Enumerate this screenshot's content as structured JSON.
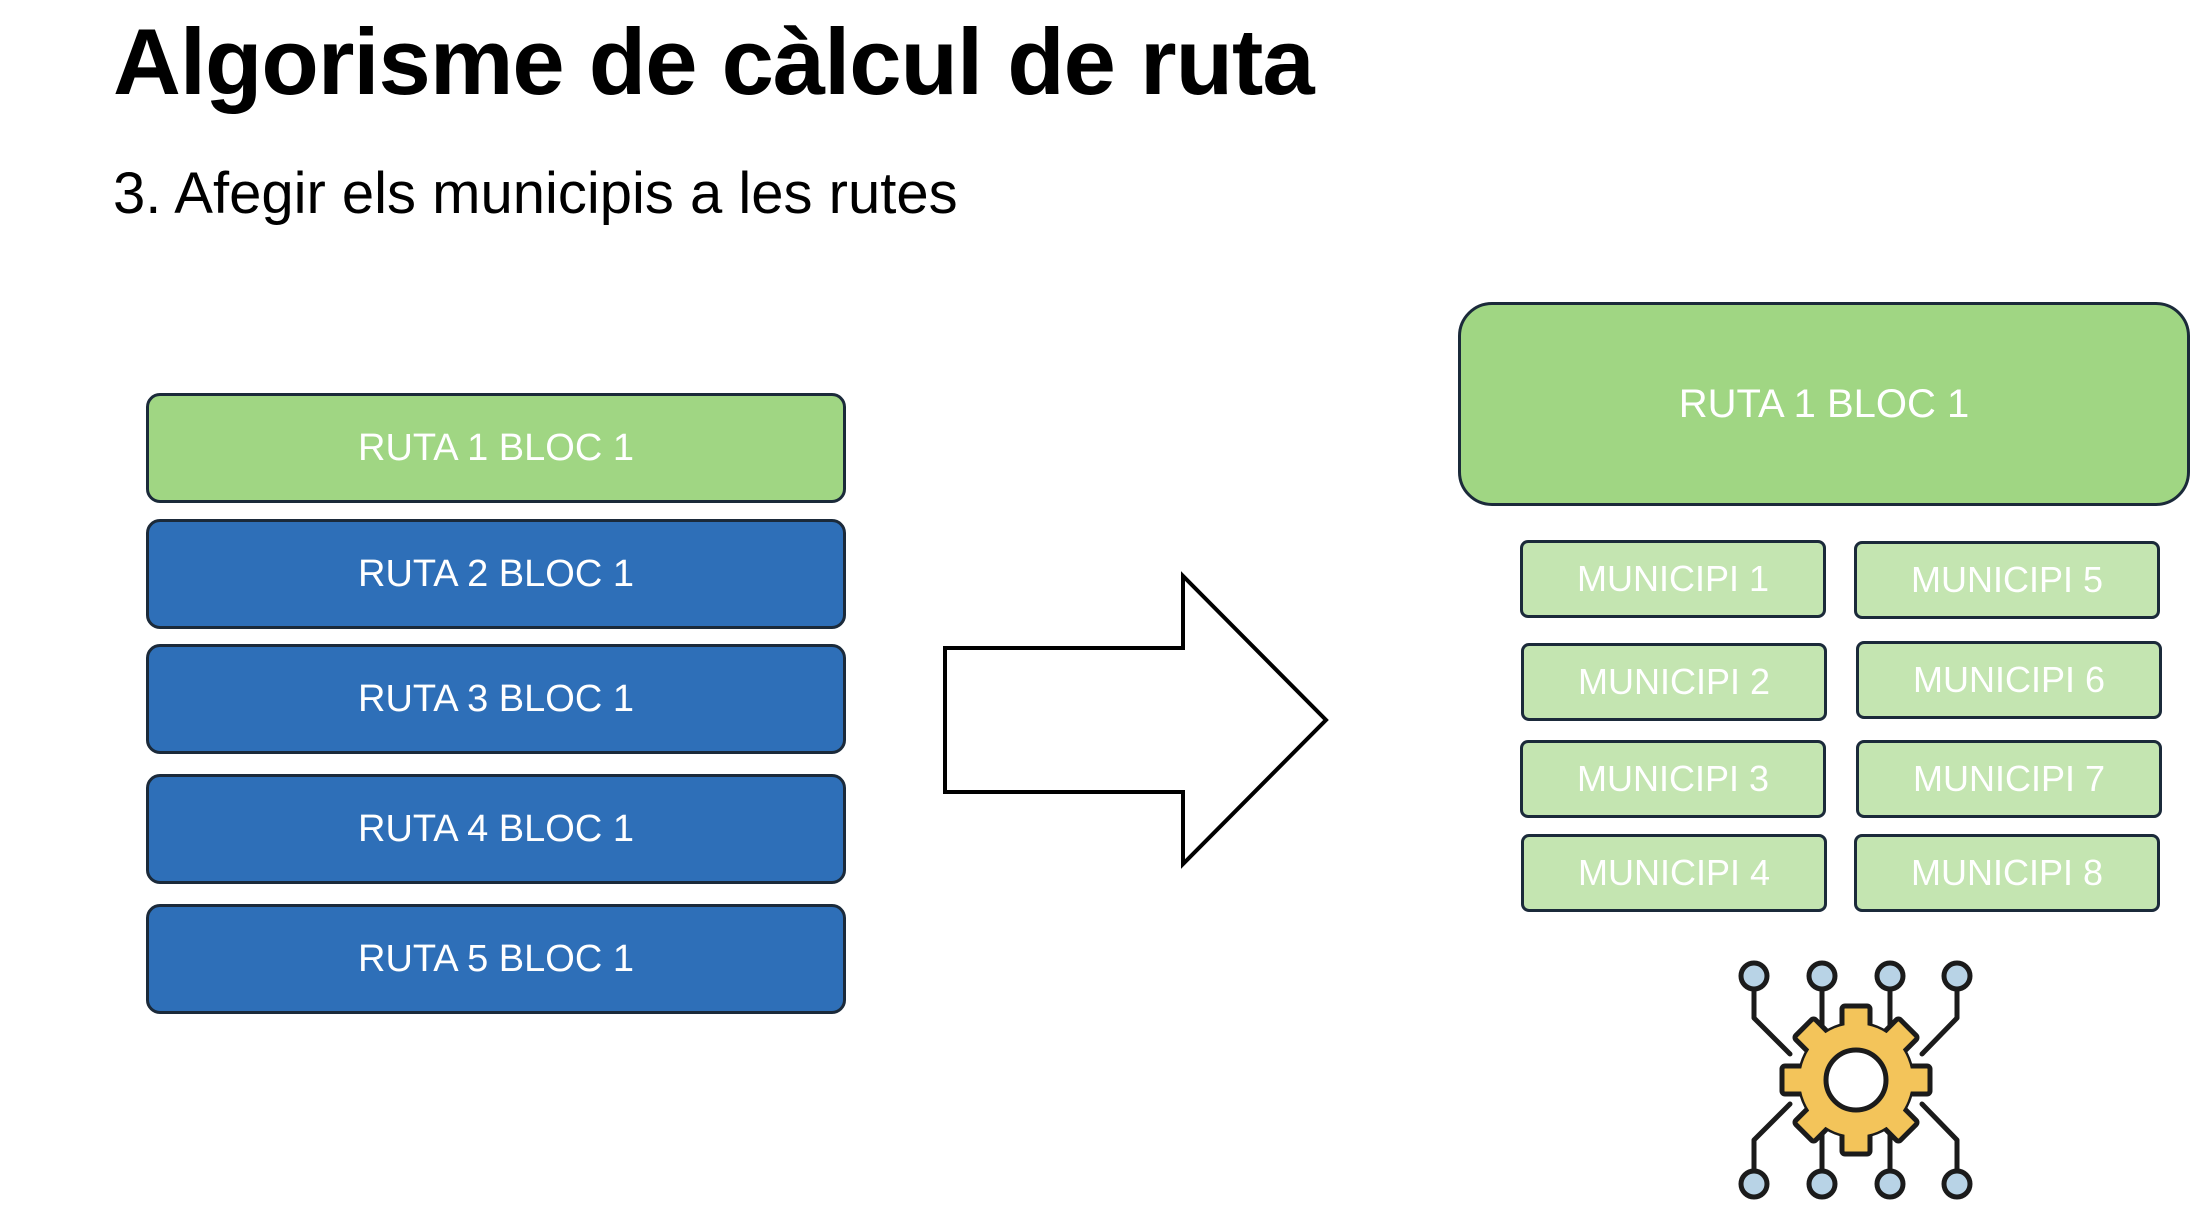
{
  "title": "Algorisme de càlcul de ruta",
  "subtitle": "3. Afegir els municipis a les rutes",
  "left_blocks": [
    "RUTA 1 BLOC 1",
    "RUTA 2 BLOC 1",
    "RUTA 3 BLOC 1",
    "RUTA 4 BLOC 1",
    "RUTA 5 BLOC 1"
  ],
  "selected_block": "RUTA 1 BLOC 1",
  "municipis": [
    "MUNICIPI 1",
    "MUNICIPI 2",
    "MUNICIPI 3",
    "MUNICIPI 4",
    "MUNICIPI 5",
    "MUNICIPI 6",
    "MUNICIPI 7",
    "MUNICIPI 8"
  ],
  "icons": [
    "right-arrow-icon",
    "gear-circuit-icon"
  ],
  "colors": {
    "selected_route": "#a0d683",
    "other_route": "#2e6fb8",
    "municipi": "#c4e5b1",
    "gear": "#f3c45a",
    "circuit_node": "#b8d3e6",
    "outline": "#1b2a3a"
  }
}
